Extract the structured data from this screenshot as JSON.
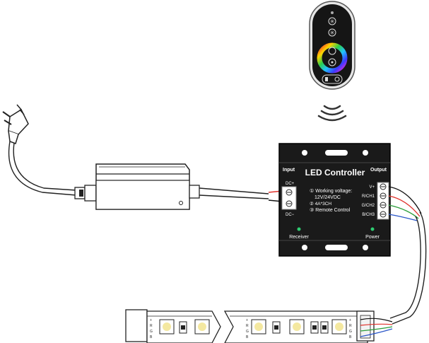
{
  "controller": {
    "title": "LED Controller",
    "input_label": "Input",
    "output_label": "Output",
    "input_terminals": [
      "DC+",
      "DC−"
    ],
    "output_terminals": [
      "V+",
      "R/CH1",
      "G/CH2",
      "B/CH3"
    ],
    "spec_lines": [
      "① Working voltage:",
      "12V/24VDC",
      "② 4A*3CH",
      "③ Remote Control"
    ],
    "receiver_label": "Receiver",
    "power_label": "Power"
  },
  "strip": {
    "pin_labels": [
      "+",
      "R",
      "G",
      "B"
    ]
  },
  "colors": {
    "controller_body": "#1a1a1a",
    "led_indicator": "#2ecc71",
    "wire_red": "#e0302a",
    "wire_green": "#2a9d3a",
    "wire_blue": "#2a56c8",
    "wire_black": "#111111",
    "led_chip": "#f4e8a0"
  },
  "icons": {
    "remote": "rf-touch-remote-icon",
    "signal": "wireless-signal-icon",
    "plug": "ac-plug-icon"
  }
}
